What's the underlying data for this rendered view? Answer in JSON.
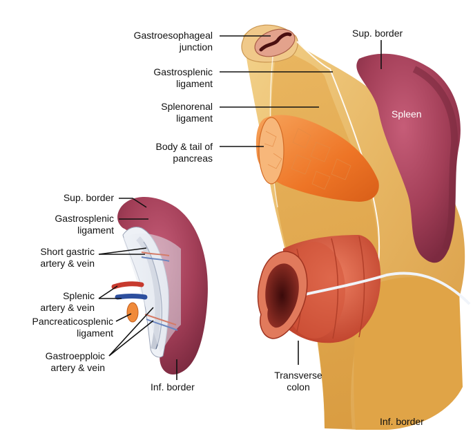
{
  "labels": {
    "gastroesophageal_junction": [
      "Gastroesophageal",
      "junction"
    ],
    "gastrosplenic_ligament_main": [
      "Gastrosplenic",
      "ligament"
    ],
    "splenorenal_ligament": [
      "Splenorenal",
      "ligament"
    ],
    "body_tail_pancreas": [
      "Body & tail of",
      "pancreas"
    ],
    "sup_border_main": "Sup. border",
    "spleen": "Spleen",
    "inf_border_main": "Inf. border",
    "transverse_colon": [
      "Transverse",
      "colon"
    ],
    "sup_border_inset": "Sup. border",
    "gastrosplenic_ligament_inset": [
      "Gastrosplenic",
      "ligament"
    ],
    "short_gastric": [
      "Short gastric",
      "artery & vein"
    ],
    "splenic_artery_vein": [
      "Splenic",
      "artery & vein"
    ],
    "pancreaticosplenic_ligament": [
      "Pancreaticosplenic",
      "ligament"
    ],
    "gastroepiploic": [
      "Gastroepploic",
      "artery & vein"
    ],
    "inf_border_inset": "Inf. border"
  },
  "colors": {
    "ligament_tan": "#e9bf6c",
    "stomach_fat": "#e1a94c",
    "spleen": "#a33f58",
    "spleen_dark": "#7f2a40",
    "pancreas": "#f07a2a",
    "colon": "#d9583f",
    "colon_dark": "#6e2019"
  }
}
